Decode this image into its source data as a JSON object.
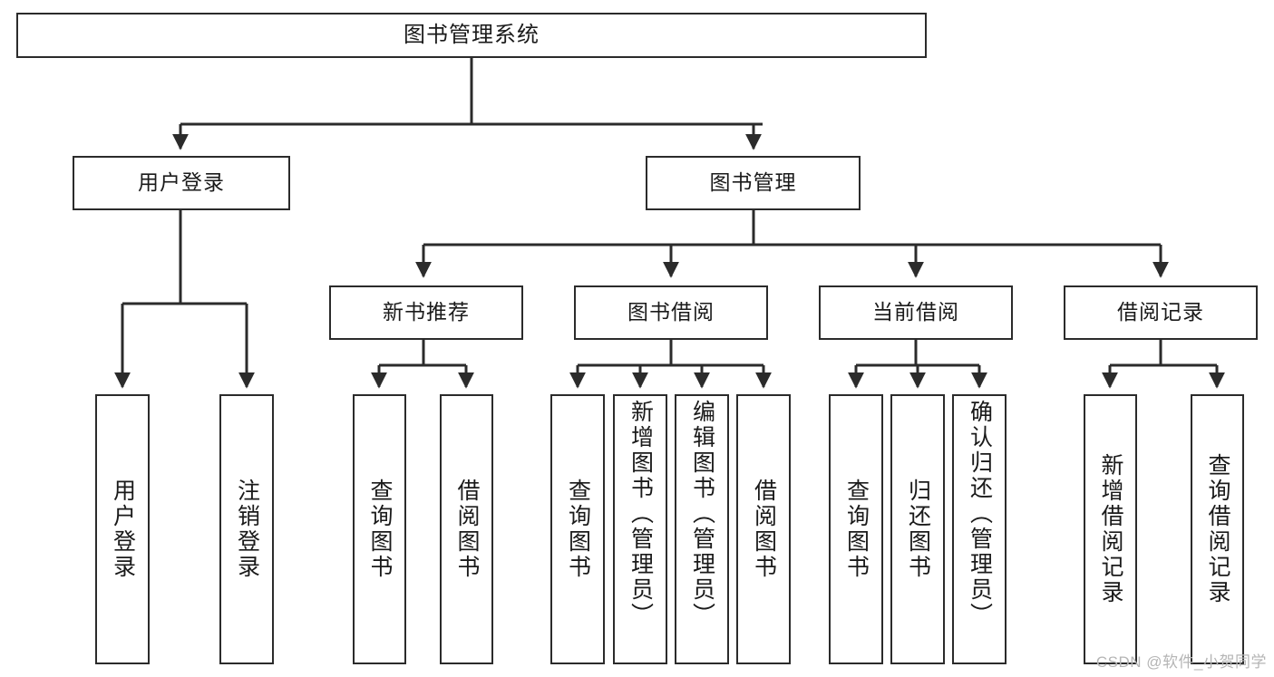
{
  "diagram": {
    "title": "图书管理系统",
    "type": "tree",
    "watermark": "CSDN @软件_小贺同学",
    "edge_color": "#2b2b2b",
    "box_border_color": "#2b2b2b",
    "background_color": "#ffffff",
    "text_color": "#1a1a1a"
  },
  "nodes": {
    "root": {
      "label": "图书管理系统"
    },
    "level2": [
      {
        "id": "user-login",
        "label": "用户登录"
      },
      {
        "id": "book-manage",
        "label": "图书管理"
      }
    ],
    "level3": [
      {
        "id": "new-book-recommend",
        "label": "新书推荐"
      },
      {
        "id": "book-borrow",
        "label": "图书借阅"
      },
      {
        "id": "current-borrow",
        "label": "当前借阅"
      },
      {
        "id": "borrow-record",
        "label": "借阅记录"
      }
    ],
    "leaves": {
      "user_login": [
        {
          "id": "leaf-user-login",
          "label": "用户登录"
        },
        {
          "id": "leaf-logout",
          "label": "注销登录"
        }
      ],
      "new_book_recommend": [
        {
          "id": "leaf-query-book-1",
          "label": "查询图书"
        },
        {
          "id": "leaf-borrow-book-1",
          "label": "借阅图书"
        }
      ],
      "book_borrow": [
        {
          "id": "leaf-query-book-2",
          "label": "查询图书"
        },
        {
          "id": "leaf-add-book",
          "label": "新增图书（管理员）"
        },
        {
          "id": "leaf-edit-book",
          "label": "编辑图书（管理员）"
        },
        {
          "id": "leaf-borrow-book-2",
          "label": "借阅图书"
        }
      ],
      "current_borrow": [
        {
          "id": "leaf-query-book-3",
          "label": "查询图书"
        },
        {
          "id": "leaf-return-book",
          "label": "归还图书"
        },
        {
          "id": "leaf-confirm-return",
          "label": "确认归还（管理员）"
        }
      ],
      "borrow_record": [
        {
          "id": "leaf-add-record",
          "label": "新增借阅记录"
        },
        {
          "id": "leaf-query-record",
          "label": "查询借阅记录"
        }
      ]
    }
  }
}
